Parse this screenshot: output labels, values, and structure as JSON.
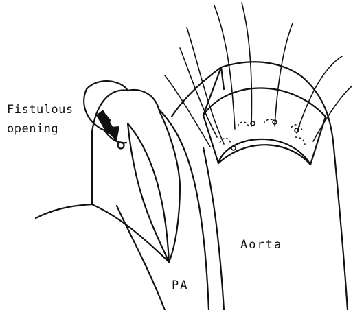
{
  "labels": {
    "fistula_line1": "Fistulous",
    "fistula_line2": "opening",
    "aorta": "Aorta",
    "pa": "PA"
  },
  "colors": {
    "ink": "#111111",
    "background": "#ffffff"
  }
}
